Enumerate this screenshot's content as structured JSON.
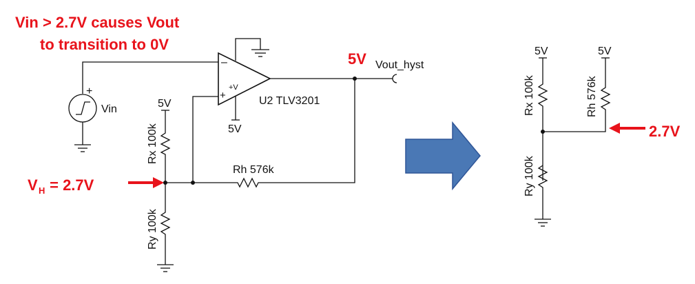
{
  "annotation": {
    "line1": "Vin > 2.7V causes Vout",
    "line2": "to transition to 0V",
    "vh_main": "V",
    "vh_sub": "H",
    "vh_rest": " = 2.7V",
    "vout_level": "5V",
    "right_level": "2.7V"
  },
  "left_circuit": {
    "opamp_ref": "U2 TLV3201",
    "minus": "–",
    "plus": "+",
    "supply_pin": "+V",
    "supply_bottom": "5V",
    "vin_label": "Vin",
    "source_plus": "+",
    "vout_label": "Vout_hyst",
    "rx_supply": "5V",
    "rx_label": "Rx 100k",
    "ry_label": "Ry 100k",
    "rh_label": "Rh 576k"
  },
  "right_circuit": {
    "rx_supply": "5V",
    "rh_supply": "5V",
    "rx_label": "Rx 100k",
    "ry_label": "Ry 100k",
    "rh_label": "Rh 576k"
  },
  "colors": {
    "annotation": "#e8131b",
    "arrow_fill": "#4a78b5",
    "arrow_stroke": "#2f5597"
  }
}
